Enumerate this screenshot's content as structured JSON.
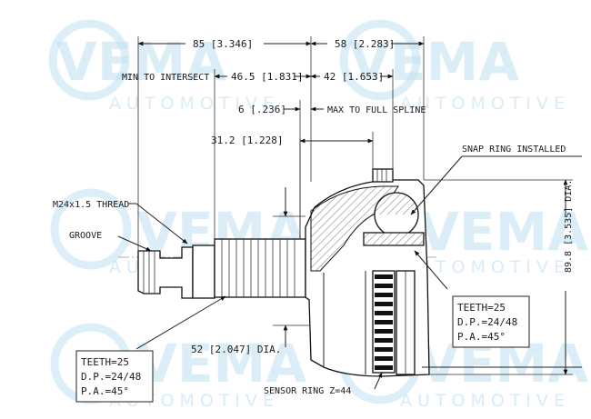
{
  "watermark": {
    "brand": "VEMA",
    "sub": "AUTOMOTIVE"
  },
  "dimensions": {
    "top_85": "85 [3.346]",
    "top_58": "58 [2.283]",
    "min_to_intersect": "MIN TO INTERSECT",
    "dim_46_5": "46.5 [1.831]",
    "dim_42": "42 [1.653]",
    "dim_6": "6 [.236]",
    "max_to_full_spline": "MAX TO FULL SPLINE",
    "dim_31_2": "31.2 [1.228]",
    "snap_ring": "SNAP RING INSTALLED",
    "thread": "M24x1.5 THREAD",
    "groove": "GROOVE",
    "dia_89_8": "89.8 [3.535] DIA.",
    "dia_52": "52 [2.047] DIA.",
    "sensor_ring": "SENSOR RING Z=44"
  },
  "spec_left": {
    "teeth": "TEETH=25",
    "dp": "D.P.=24/48",
    "pa": "P.A.=45°"
  },
  "spec_right": {
    "teeth": "TEETH=25",
    "dp": "D.P.=24/48",
    "pa": "P.A.=45°"
  }
}
